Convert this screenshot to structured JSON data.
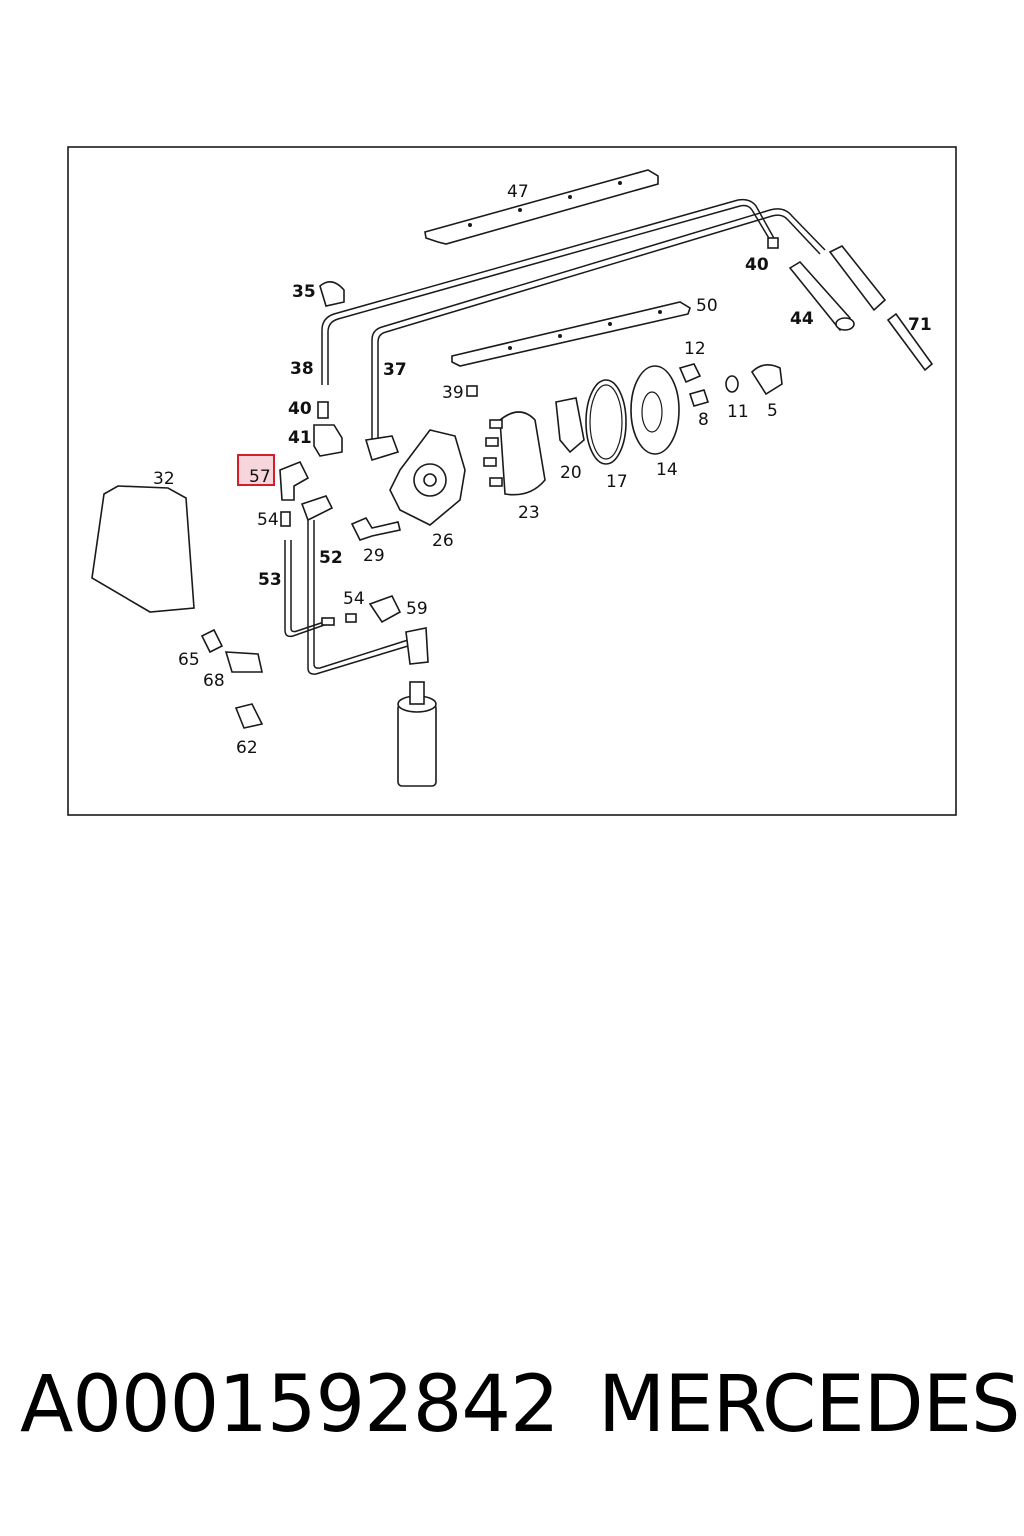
{
  "diagram": {
    "labels": {
      "l47": "47",
      "l40a": "40",
      "l44": "44",
      "l71": "71",
      "l35": "35",
      "l50": "50",
      "l12": "12",
      "l38": "38",
      "l37": "37",
      "l39": "39",
      "l8": "8",
      "l11": "11",
      "l5": "5",
      "l40b": "40",
      "l41": "41",
      "l32": "32",
      "l57": "57",
      "l20": "20",
      "l17": "17",
      "l14": "14",
      "l54a": "54",
      "l23": "23",
      "l26": "26",
      "l52": "52",
      "l29": "29",
      "l53": "53",
      "l54b": "54",
      "l59": "59",
      "l65": "65",
      "l68": "68",
      "l62": "62"
    },
    "highlighted_part": "57"
  },
  "footer": {
    "part_number": "A0001592842",
    "brand": "MERCEDES"
  }
}
